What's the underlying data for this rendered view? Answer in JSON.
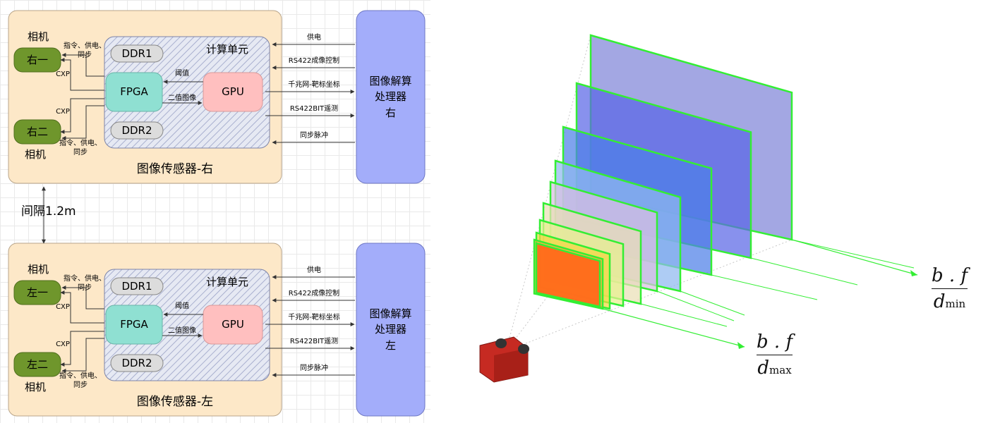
{
  "diagram": {
    "spacing_label": "间隔1.2m",
    "modules": [
      {
        "id": "right",
        "title": "图像传感器-右",
        "compute_label": "计算单元",
        "camera_top": "右一",
        "camera_bottom": "右二",
        "camera_label": "相机",
        "cxp": "CXP",
        "cmd_label": "指令、供电、\n同步",
        "ddr1": "DDR1",
        "ddr2": "DDR2",
        "fpga": "FPGA",
        "gpu": "GPU",
        "threshold": "阈值",
        "binary_image": "二值图像",
        "processor": "图像解算\n处理器\n右",
        "links": [
          "供电",
          "RS422成像控制",
          "千兆网-靶标坐标",
          "RS422BIT遥测",
          "同步脉冲"
        ]
      },
      {
        "id": "left",
        "title": "图像传感器-左",
        "compute_label": "计算单元",
        "camera_top": "左一",
        "camera_bottom": "左二",
        "camera_label": "相机",
        "cxp": "CXP",
        "cmd_label": "指令、供电、\n同步",
        "ddr1": "DDR1",
        "ddr2": "DDR2",
        "fpga": "FPGA",
        "gpu": "GPU",
        "threshold": "阈值",
        "binary_image": "二值图像",
        "processor": "图像解算\n处理器\n左",
        "links": [
          "供电",
          "RS422成像控制",
          "千兆网-靶标坐标",
          "RS422BIT遥测",
          "同步脉冲"
        ]
      }
    ]
  },
  "frustum": {
    "near_formula": {
      "numerator": "b . f",
      "denominator": "d",
      "subscript": "max"
    },
    "far_formula": {
      "numerator": "b . f",
      "denominator": "d",
      "subscript": "min"
    },
    "colors": {
      "outline": "#33ee33",
      "camera": "#c62a22"
    }
  }
}
